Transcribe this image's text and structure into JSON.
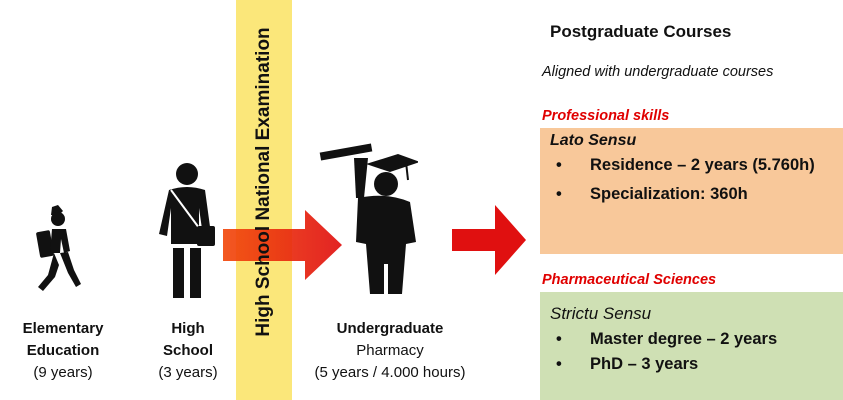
{
  "stages": [
    {
      "title": "Elementary\nEducation",
      "detail": "(9 years)"
    },
    {
      "title": "High\nSchool",
      "detail": "(3 years)"
    },
    {
      "title": "Undergraduate",
      "subtitle": "Pharmacy",
      "detail": "(5 years / 4.000 hours)"
    }
  ],
  "exam_label": "High School National Examination",
  "postgraduate": {
    "title": "Postgraduate Courses",
    "subtitle": "Aligned with undergraduate courses",
    "professional": {
      "section_label": "Professional skills",
      "box_title": "Lato Sensu",
      "items": [
        "Residence – 2 years (5.760h)",
        "Specialization: 360h"
      ]
    },
    "sciences": {
      "section_label": "Pharmaceutical Sciences",
      "box_title": "Strictu Sensu",
      "items": [
        "Master degree – 2 years",
        "PhD – 3 years"
      ]
    }
  },
  "colors": {
    "exam_bar": "#fbe77a",
    "arrow_red": "#e01010",
    "box_orange": "#f8c89a",
    "box_green": "#cfe0b4",
    "label_red": "#e00000"
  },
  "icons": [
    "walking-child-icon",
    "student-with-bag-icon",
    "graduate-with-diploma-icon"
  ]
}
